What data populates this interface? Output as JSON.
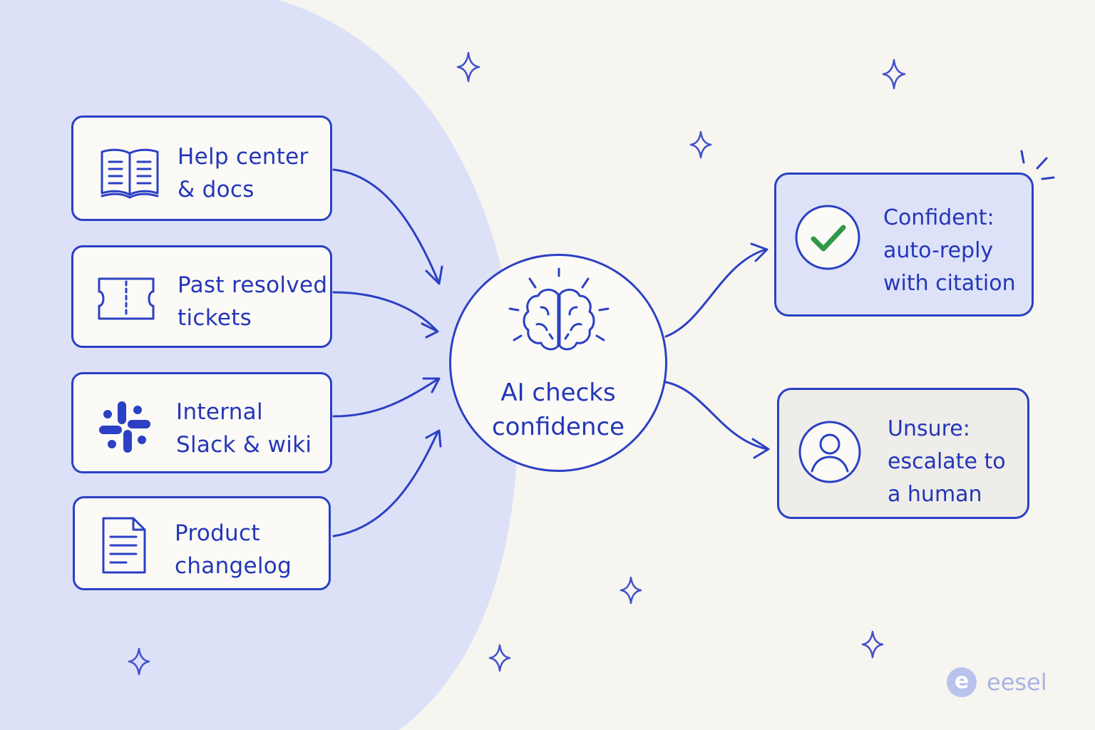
{
  "sources": [
    {
      "icon": "open-book-icon",
      "lines": [
        "Help center",
        "& docs"
      ]
    },
    {
      "icon": "ticket-icon",
      "lines": [
        "Past resolved",
        "tickets"
      ]
    },
    {
      "icon": "slack-icon",
      "lines": [
        "Internal",
        "Slack & wiki"
      ]
    },
    {
      "icon": "document-icon",
      "lines": [
        "Product",
        "changelog"
      ]
    }
  ],
  "hub": {
    "icon": "brain-icon",
    "lines": [
      "AI checks",
      "confidence"
    ]
  },
  "outcomes": [
    {
      "icon": "checkmark-icon",
      "lines": [
        "Confident:",
        "auto-reply",
        "with citation"
      ]
    },
    {
      "icon": "person-icon",
      "lines": [
        "Unsure:",
        "escalate to",
        "a human"
      ]
    }
  ],
  "brand": {
    "mark": "e",
    "name": "eesel"
  },
  "colors": {
    "ink": "#2b40c4",
    "blob": "#dde1f8",
    "background": "#f7f5f0",
    "confident_fill": "#dde2f8",
    "unsure_fill": "#eeedea",
    "check": "#2f9a48"
  }
}
